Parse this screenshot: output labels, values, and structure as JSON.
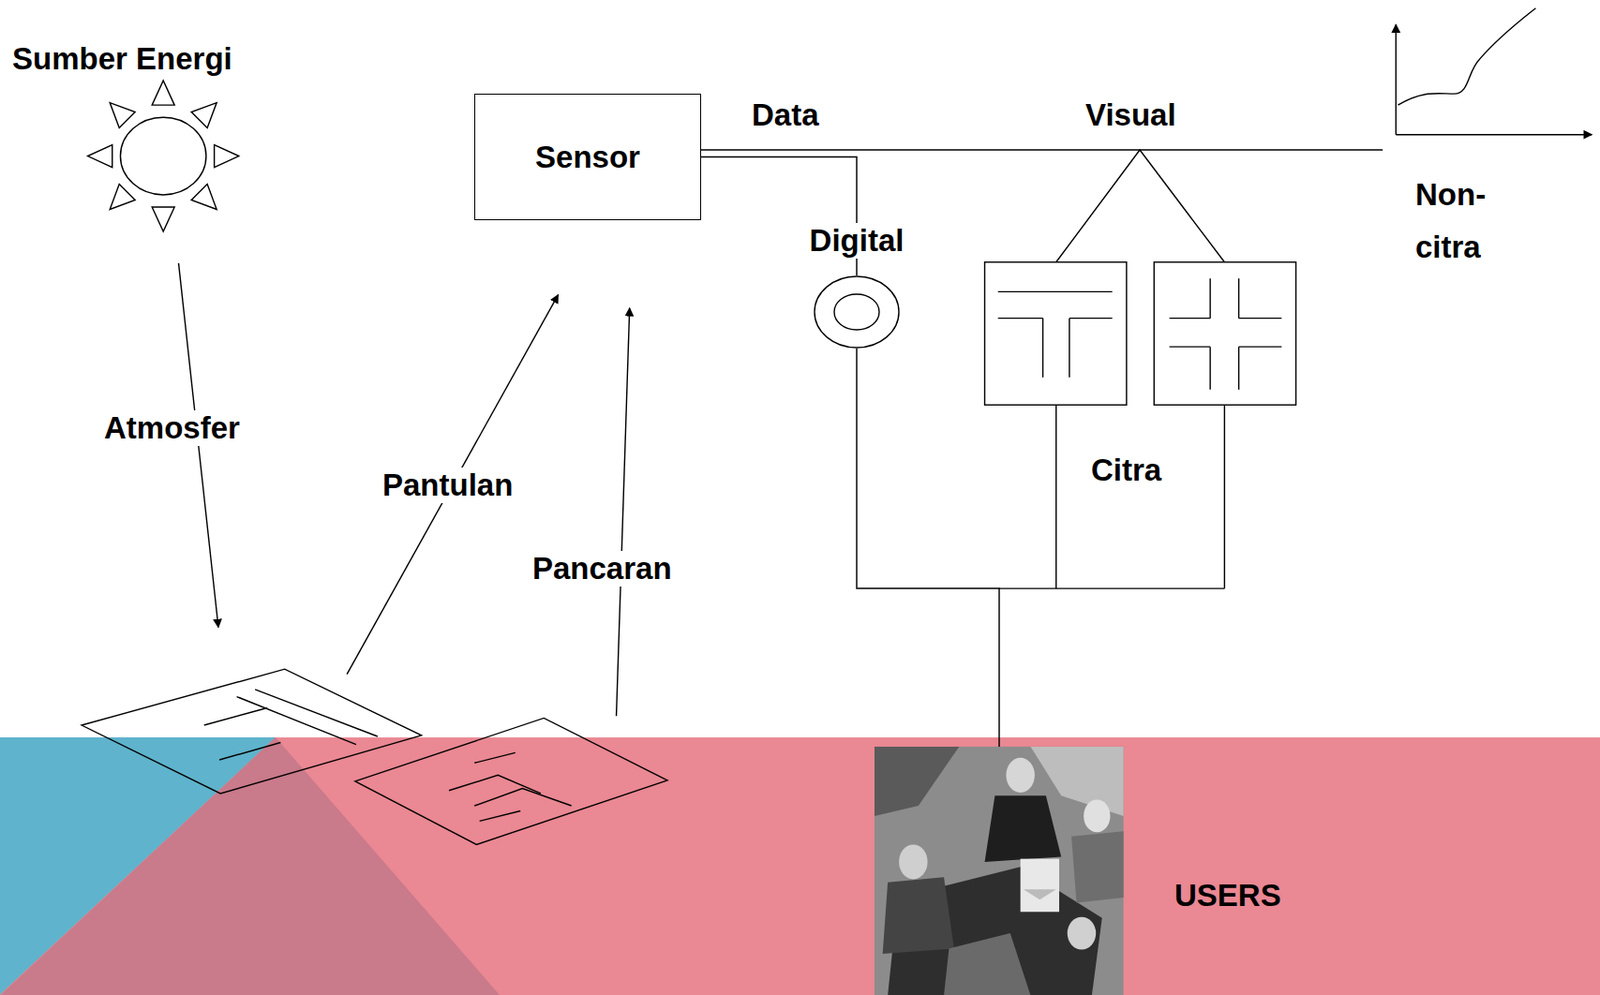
{
  "diagram": {
    "nodes": [
      {
        "text": [
          "Sumber Energi"
        ]
      },
      {
        "text": [
          "Sensor"
        ]
      },
      {
        "text": [
          "Digital"
        ]
      },
      {
        "text": [
          "USERS"
        ]
      }
    ],
    "edges": [
      {
        "from": 1,
        "to": 2,
        "arrow": "none"
      },
      {
        "from": 2,
        "to": 3,
        "arrow": "none"
      }
    ],
    "labels": [
      "Data",
      "Visual",
      "Citra",
      "Non- citra",
      "Atmosfer",
      "Pantulan",
      "Pancaran"
    ]
  }
}
